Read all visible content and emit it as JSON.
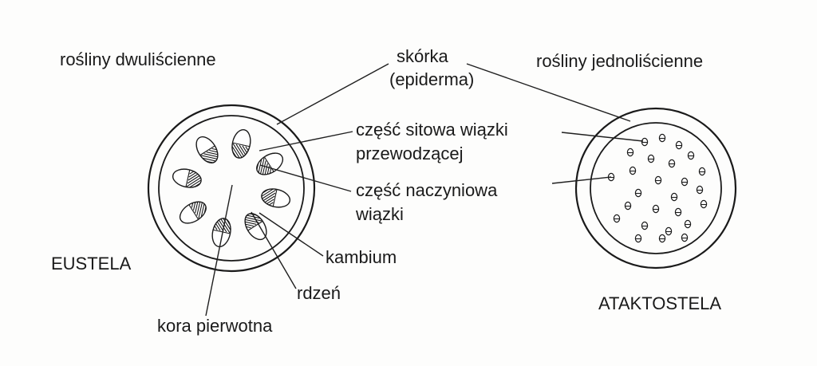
{
  "labels": {
    "dicots": "rośliny dwuliścienne",
    "monocots": "rośliny jednoliścienne",
    "skin_line1": "skórka",
    "skin_line2": "(epiderma)",
    "phloem_line1": "część sitowa wiązki",
    "phloem_line2": "przewodzącej",
    "xylem_line1": "część naczyniowa",
    "xylem_line2": "wiązki",
    "eustela": "EUSTELA",
    "ataktostela": "ATAKTOSTELA",
    "kambium": "kambium",
    "pith": "rdzeń",
    "cortex": "kora pierwotna"
  },
  "colors": {
    "ink": "#1a1a1a",
    "paper": "#fdfdfc"
  }
}
